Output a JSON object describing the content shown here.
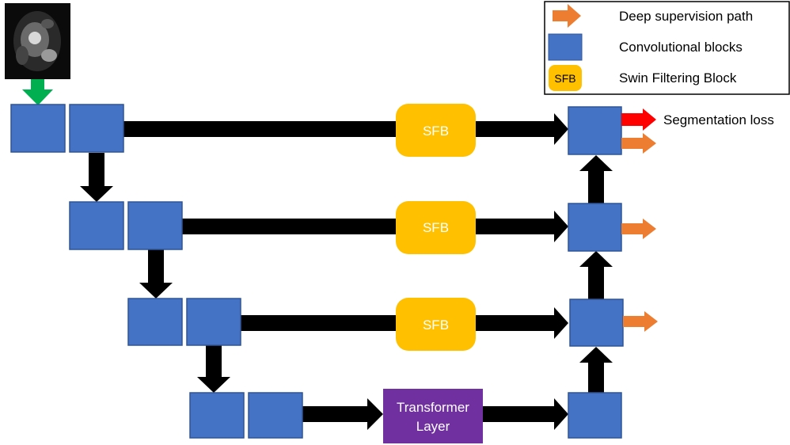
{
  "legend": {
    "deep_supervision": "Deep supervision path",
    "conv_blocks": "Convolutional blocks",
    "sfb_sample": "SFB",
    "swin_filtering": "Swin Filtering Block"
  },
  "nodes": {
    "sfb_1": "SFB",
    "sfb_2": "SFB",
    "sfb_3": "SFB",
    "transformer_line1": "Transformer",
    "transformer_line2": "Layer"
  },
  "output_label": "Segmentation loss",
  "colors": {
    "block_fill": "#4472C4",
    "block_stroke": "#2F5597",
    "sfb_fill": "#FFC000",
    "transformer_fill": "#7030A0",
    "deep_supervision_arrow": "#ED7D31",
    "segmentation_arrow": "#FF0000",
    "input_arrow": "#00B050",
    "connection_arrow": "#000000"
  },
  "icons": {
    "input_image": "cardiac-mri-thumbnail"
  }
}
